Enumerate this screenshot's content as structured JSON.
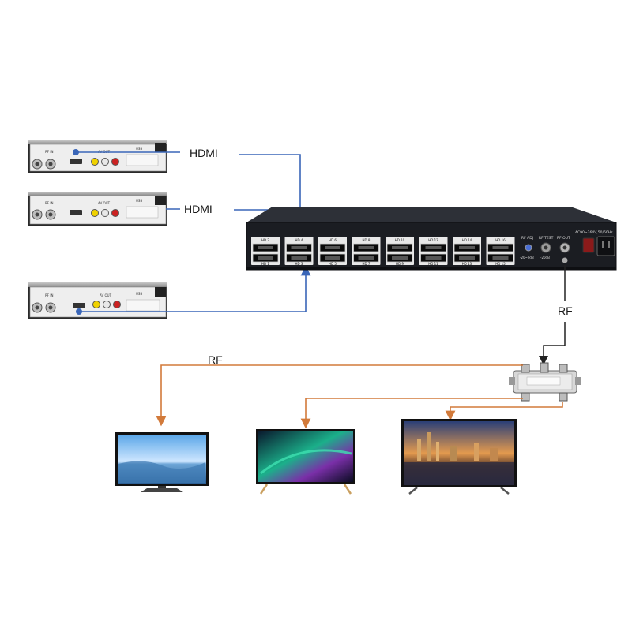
{
  "labels": {
    "hdmi_top": "HDMI",
    "hdmi_mid": "HDMI",
    "rf_right": "RF",
    "rf_left": "RF"
  },
  "modulator": {
    "ports_top": [
      "HD 2",
      "HD 4",
      "HD 6",
      "HD 8",
      "HD 10",
      "HD 12",
      "HD 14",
      "HD 16"
    ],
    "ports_bottom": [
      "HD 1",
      "HD 3",
      "HD 5",
      "HD 7",
      "HD 9",
      "HD 11",
      "HD 13",
      "HD 15"
    ],
    "rf_adj": "RF ADJ",
    "rf_test": "RF TEST",
    "rf_out": "RF OUT",
    "range": "-20~0dB",
    "test_level": "-20dB",
    "power": "AC90~264V,50/60Hz"
  },
  "receivers": [
    {
      "av_label": "AV OUT",
      "brand_label": "USB",
      "rf_label": "RF IN"
    },
    {
      "av_label": "AV OUT",
      "brand_label": "USB",
      "rf_label": "RF IN"
    },
    {
      "av_label": "AV OUT",
      "brand_label": "USB",
      "rf_label": "RF IN"
    }
  ],
  "colors": {
    "hdmi_line": "#3a66b8",
    "rf_line": "#d27a3a",
    "rf_black": "#222222",
    "chassis": "#1b1d22"
  }
}
